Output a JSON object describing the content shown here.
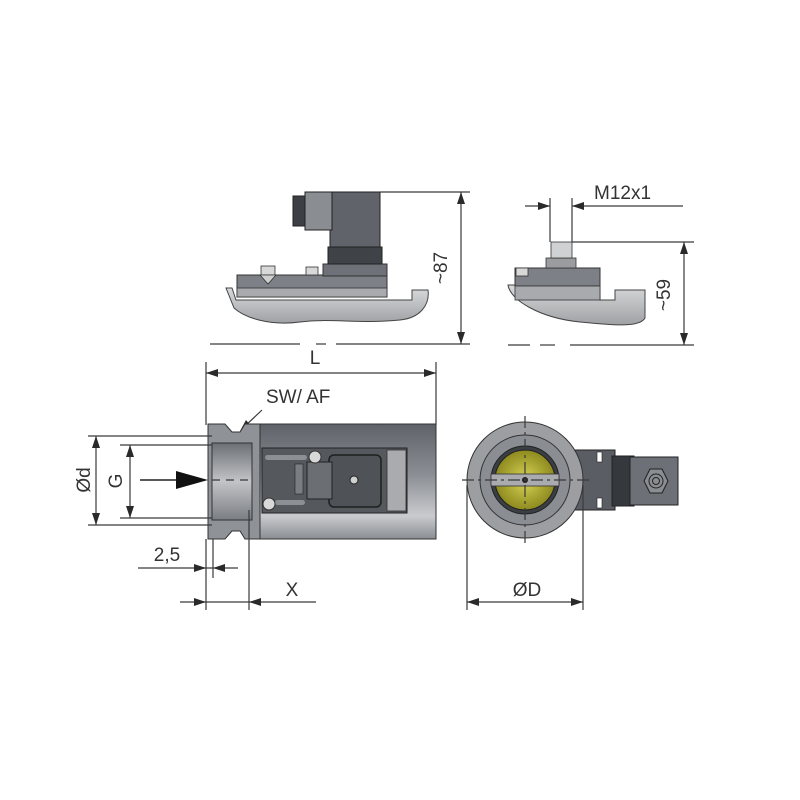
{
  "drawing": {
    "views": {
      "side_view": {
        "height_label": "~87"
      },
      "end_side_view": {
        "thread_label": "M12x1",
        "height_label": "~59"
      },
      "top_view": {
        "length_label": "L",
        "wrench_label": "SW/ AF",
        "outer_dia_label": "Ød",
        "thread_dia_label": "G",
        "offset_label": "2,5",
        "x_label": "X"
      },
      "front_view": {
        "diameter_label": "ØD"
      }
    },
    "colors": {
      "body_dark": "#5a5d63",
      "body_mid": "#7c7f86",
      "body_light": "#b4b6ba",
      "base_plate": "#c8cacc",
      "sensor_yellow": "#b9b52e",
      "line": "#3a3a3a"
    }
  }
}
